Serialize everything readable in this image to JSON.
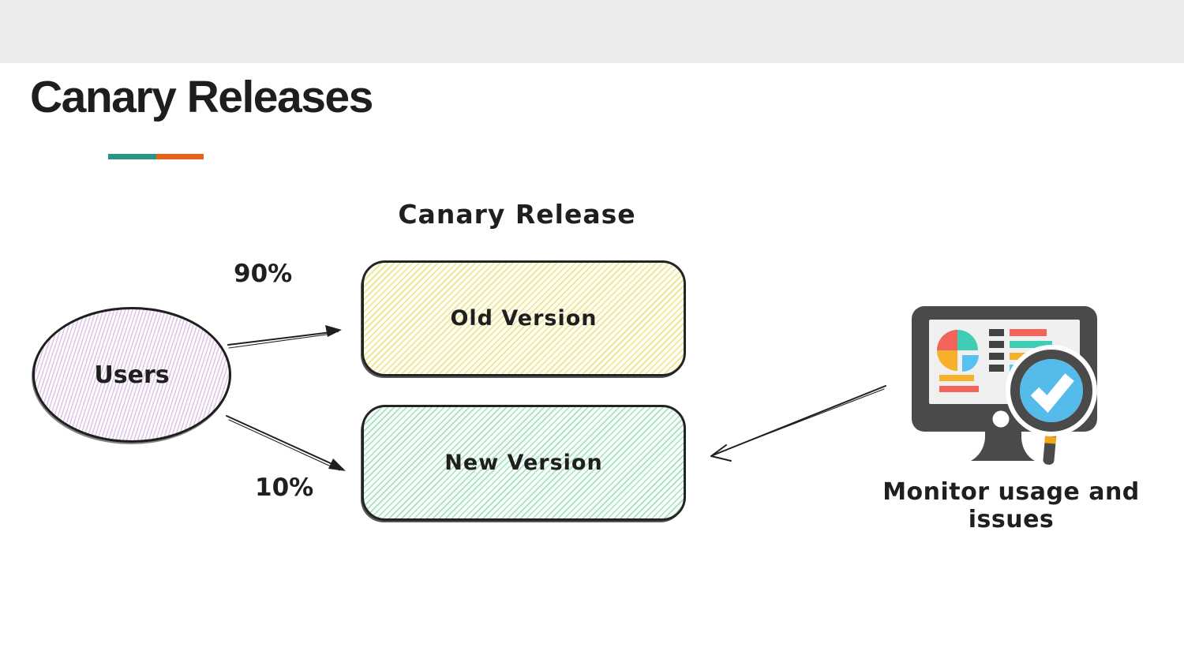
{
  "slide": {
    "title": "Canary Releases",
    "accent_teal": "#2a9488",
    "accent_orange": "#e5621b",
    "header_bar_color": "#e9ebec"
  },
  "diagram": {
    "heading": "Canary Release",
    "users": {
      "label": "Users",
      "hatch_color": "#dcc3e6"
    },
    "old_version": {
      "label": "Old Version",
      "traffic": "90%",
      "hatch_color": "#ece391"
    },
    "new_version": {
      "label": "New Version",
      "traffic": "10%",
      "hatch_color": "#a9dfc3"
    },
    "monitor": {
      "caption": "Monitor usage and issues",
      "icon_colors": {
        "frame_gray": "#4a4a4a",
        "screen_gray": "#f0f0f0",
        "red": "#f2635a",
        "teal": "#3fcdb4",
        "yellow": "#f7b02a",
        "blue": "#57c2f0",
        "magnifier_blue": "#55bbeb",
        "handle_band_yellow": "#f2a71b"
      }
    },
    "outline_color": "#1f1f1f"
  }
}
